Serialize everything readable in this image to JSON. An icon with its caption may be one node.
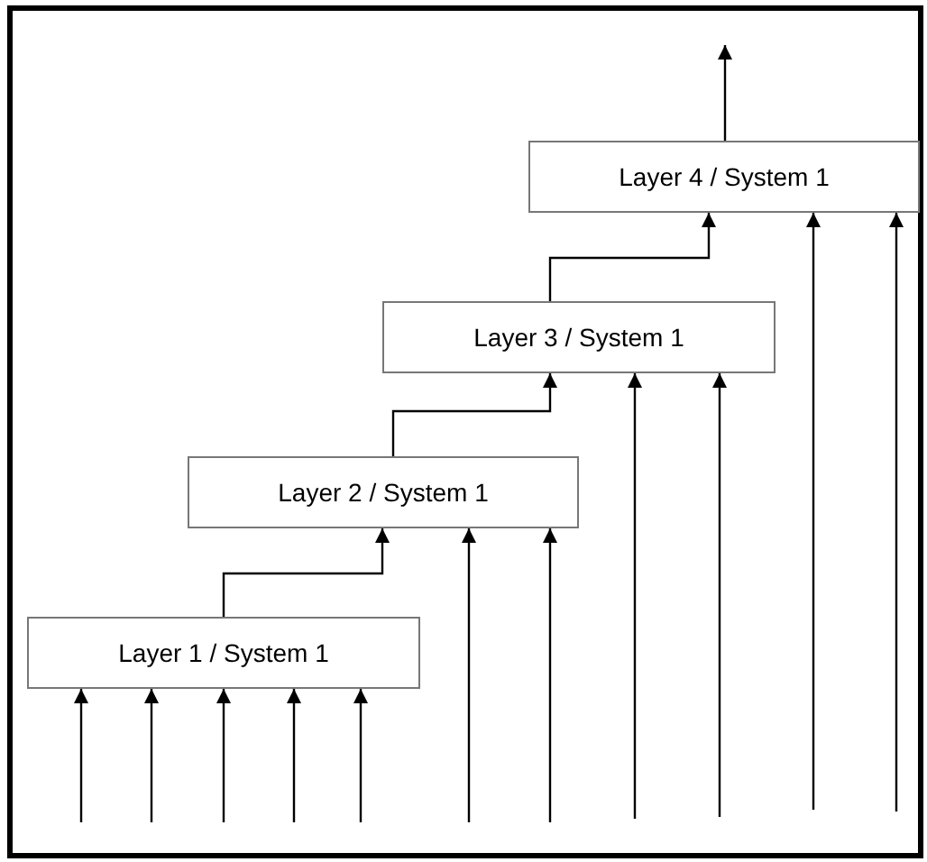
{
  "diagram": {
    "nodes": [
      {
        "text": [
          "Layer 4 / System 1"
        ]
      },
      {
        "text": [
          "Layer 3 / System 1"
        ]
      },
      {
        "text": [
          "Layer 2 / System 1"
        ]
      },
      {
        "text": [
          "Layer 1 / System 1"
        ]
      }
    ],
    "edges": [
      {
        "from": null,
        "to": 3,
        "arrow": "to"
      },
      {
        "from": null,
        "to": 3,
        "arrow": "to"
      },
      {
        "from": null,
        "to": 3,
        "arrow": "to"
      },
      {
        "from": null,
        "to": 3,
        "arrow": "to"
      },
      {
        "from": null,
        "to": 3,
        "arrow": "to"
      },
      {
        "from": 3,
        "to": 2,
        "arrow": "to"
      },
      {
        "from": null,
        "to": 2,
        "arrow": "to"
      },
      {
        "from": null,
        "to": 2,
        "arrow": "to"
      },
      {
        "from": 2,
        "to": 1,
        "arrow": "to"
      },
      {
        "from": null,
        "to": 1,
        "arrow": "to"
      },
      {
        "from": null,
        "to": 1,
        "arrow": "to"
      },
      {
        "from": 1,
        "to": 0,
        "arrow": "to"
      },
      {
        "from": null,
        "to": 0,
        "arrow": "to"
      },
      {
        "from": null,
        "to": 0,
        "arrow": "to"
      },
      {
        "from": 0,
        "to": null,
        "arrow": "to"
      }
    ]
  }
}
